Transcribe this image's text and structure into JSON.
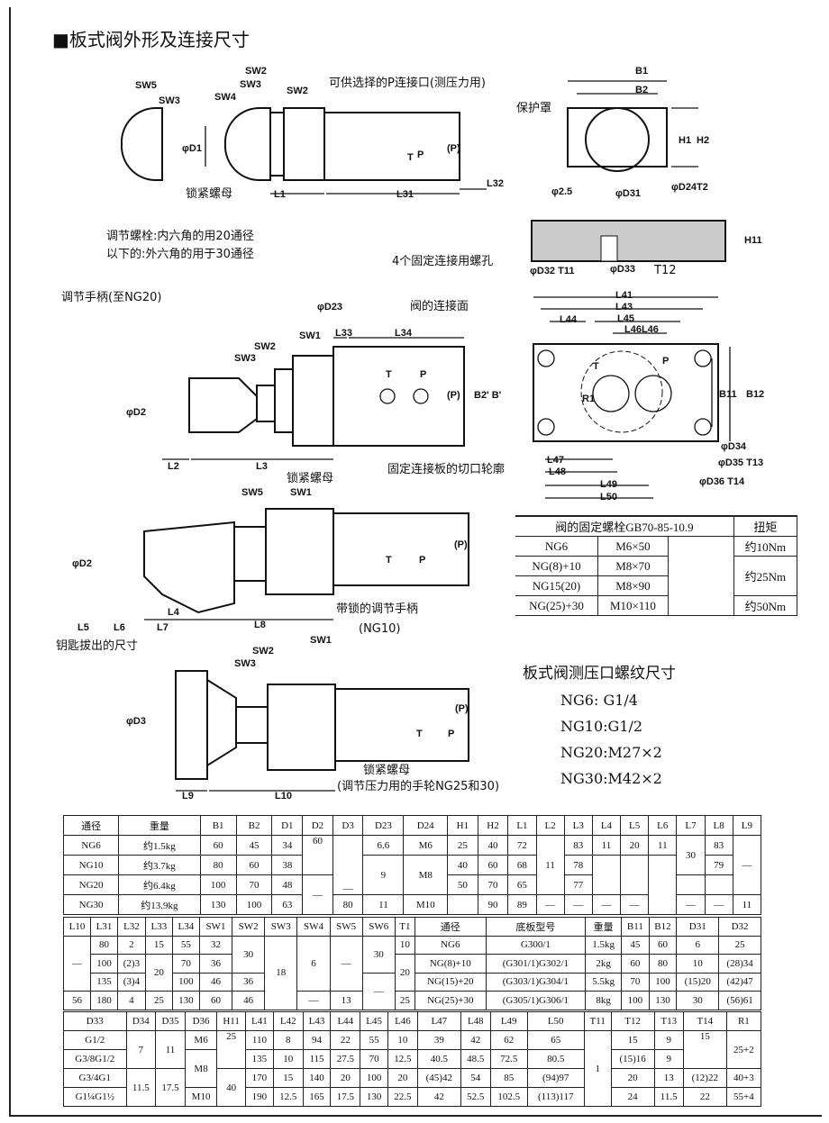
{
  "title": "■板式阀外形及连接尺寸",
  "drawing1": [
    "SW5",
    "SW3",
    "SW2",
    "SW3",
    "SW4",
    "SW2",
    "可供选择的P连接口(测压力用)",
    "φD1",
    "T",
    "P",
    "(P)",
    "锁紧螺母",
    "L1",
    "L31",
    "L32",
    "调节螺栓:内六角的用20通径",
    "以下的:外六角的用于30通径"
  ],
  "plate_top": [
    "B1",
    "B2",
    "保护罩",
    "H1",
    "H2",
    "φ2.5",
    "φD24T2",
    "φD31",
    "H11",
    "4个固定连接用螺孔",
    "φD32 T11",
    "φD33",
    "T12"
  ],
  "drawing2": [
    "调节手柄(至NG20)",
    "φD23",
    "阀的连接面",
    "SW1",
    "SW2",
    "SW3",
    "L33",
    "L34",
    "T",
    "P",
    "(P)",
    "B2' B'",
    "φD2",
    "L2",
    "L3",
    "锁紧螺母",
    "固定连接板的切口轮廓"
  ],
  "plate": [
    "L41",
    "L43",
    "L44",
    "L45",
    "L46L46",
    "T",
    "P",
    "R1",
    "B11",
    "B12",
    "φD34",
    "φD35 T13",
    "φD36 T14",
    "L47",
    "L48",
    "L49",
    "L50"
  ],
  "drawing3": [
    "SW5",
    "SW1",
    "φD2",
    "L5",
    "L6",
    "L7",
    "L4",
    "L8",
    "带锁的调节手柄",
    "(NG10)",
    "钥匙拔出的尺寸",
    "(P)",
    "T",
    "P"
  ],
  "drawing4": [
    "SW2",
    "SW1",
    "SW3",
    "φD3",
    "T",
    "P",
    "(P)",
    "L9",
    "L10",
    "锁紧螺母",
    "(调节压力用的手轮NG25和30)"
  ],
  "bolt_table": {
    "header": "阀的固定螺栓GB70-85-10.9",
    "torque_header": "扭矩",
    "rows": [
      [
        "NG6",
        "M6×50"
      ],
      [
        "NG(8)+10",
        "M8×70"
      ],
      [
        "NG15(20)",
        "M8×90"
      ],
      [
        "NG(25)+30",
        "M10×110"
      ]
    ],
    "torques": [
      "约10Nm",
      "约25Nm",
      "约50Nm"
    ]
  },
  "thread": {
    "title": "板式阀测压口螺纹尺寸",
    "lines": [
      "NG6: G1/4",
      "NG10:G1/2",
      "NG20:M27×2",
      "NG30:M42×2"
    ]
  },
  "table1": {
    "header": [
      "通径",
      "重量",
      "B1",
      "B2",
      "D1",
      "D2",
      "D3",
      "D23",
      "D24",
      "H1",
      "H2",
      "L1",
      "L2",
      "L3",
      "L4",
      "L5",
      "L6",
      "L7",
      "L8",
      "L9"
    ],
    "ng": [
      "NG6",
      "NG10",
      "NG20",
      "NG30"
    ],
    "weight": [
      "约1.5kg",
      "约3.7kg",
      "约6.4kg",
      "约13.9kg"
    ],
    "b1": [
      "60",
      "80",
      "100",
      "130"
    ],
    "b2": [
      "45",
      "60",
      "70",
      "100"
    ],
    "d1": [
      "34",
      "38",
      "48",
      "63"
    ],
    "d2": [
      "60",
      "—"
    ],
    "d3": [
      "—",
      "80"
    ],
    "d23": [
      "6.6",
      "9",
      "11"
    ],
    "d24": [
      "M6",
      "M8",
      "M10"
    ],
    "h1": [
      "25",
      "40",
      "50"
    ],
    "h2": [
      "40",
      "60",
      "70",
      "90"
    ],
    "l1": [
      "72",
      "68",
      "65",
      "89"
    ],
    "l2": [
      "11",
      "—"
    ],
    "l3": [
      "83",
      "78",
      "77",
      "—"
    ],
    "l4": [
      "11",
      "—"
    ],
    "l5": [
      "20",
      "—"
    ],
    "l6": [
      "11"
    ],
    "l7": [
      "30",
      "—"
    ],
    "l8": [
      "83",
      "79",
      "—"
    ],
    "l9": [
      "—",
      "11"
    ]
  },
  "table2": {
    "header": [
      "L10",
      "L31",
      "L32",
      "L33",
      "L34",
      "SW1",
      "SW2",
      "SW3",
      "SW4",
      "SW5",
      "SW6",
      "T1",
      "通径",
      "底板型号",
      "重量",
      "B11",
      "B12",
      "D31",
      "D32"
    ],
    "l10": [
      "—",
      "56"
    ],
    "l31": [
      "80",
      "100",
      "135",
      "180"
    ],
    "l32": [
      "2",
      "(2)3",
      "(3)4",
      "4"
    ],
    "l33": [
      "15",
      "20",
      "25"
    ],
    "l34": [
      "55",
      "70",
      "100",
      "130"
    ],
    "sw1": [
      "32",
      "36",
      "46",
      "60"
    ],
    "sw2": [
      "30",
      "36",
      "46"
    ],
    "sw3": [
      "18"
    ],
    "sw4": [
      "6",
      "—"
    ],
    "sw5": [
      "—",
      "13"
    ],
    "sw6": [
      "30",
      "—"
    ],
    "t1": [
      "10",
      "20",
      "25"
    ],
    "ng": [
      "NG6",
      "NG(8)+10",
      "NG(15)+20",
      "NG(25)+30"
    ],
    "plate": [
      "G300/1",
      "(G301/1)G302/1",
      "(G303/1)G304/1",
      "(G305/1)G306/1"
    ],
    "weight": [
      "1.5kg",
      "2kg",
      "5.5kg",
      "8kg"
    ],
    "b11": [
      "45",
      "60",
      "70",
      "100"
    ],
    "b12": [
      "60",
      "80",
      "100",
      "130"
    ],
    "d31": [
      "6",
      "10",
      "(15)20",
      "30"
    ],
    "d32": [
      "25",
      "(28)34",
      "(42)47",
      "(56)61"
    ]
  },
  "table3": {
    "header": [
      "D33",
      "D34",
      "D35",
      "D36",
      "H11",
      "L41",
      "L42",
      "L43",
      "L44",
      "L45",
      "L46",
      "L47",
      "L48",
      "L49",
      "L50",
      "T11",
      "T12",
      "T13",
      "T14",
      "R1"
    ],
    "d33": [
      "G1/2",
      "G3/8G1/2",
      "G3/4G1",
      "G1¼G1½"
    ],
    "d34": [
      "7",
      "11.5"
    ],
    "d35": [
      "11",
      "17.5"
    ],
    "d36": [
      "M6",
      "M8",
      "M10"
    ],
    "h11": [
      "25",
      "40"
    ],
    "l41": [
      "110",
      "135",
      "170",
      "190"
    ],
    "l42": [
      "8",
      "10",
      "15",
      "12.5"
    ],
    "l43": [
      "94",
      "115",
      "140",
      "165"
    ],
    "l44": [
      "22",
      "27.5",
      "20",
      "17.5"
    ],
    "l45": [
      "55",
      "70",
      "100",
      "130"
    ],
    "l46": [
      "10",
      "12.5",
      "20",
      "22.5"
    ],
    "l47": [
      "39",
      "40.5",
      "(45)42",
      "42"
    ],
    "l48": [
      "42",
      "48.5",
      "54",
      "52.5"
    ],
    "l49": [
      "62",
      "72.5",
      "85",
      "102.5"
    ],
    "l50": [
      "65",
      "80.5",
      "(94)97",
      "(113)117"
    ],
    "t11": [
      "1"
    ],
    "t12": [
      "15",
      "(15)16",
      "20",
      "24"
    ],
    "t13": [
      "9",
      "9",
      "13",
      "11.5"
    ],
    "t14": [
      "15",
      "(12)22",
      "22"
    ],
    "r1": [
      "25+2",
      "40+3",
      "55+4"
    ]
  }
}
